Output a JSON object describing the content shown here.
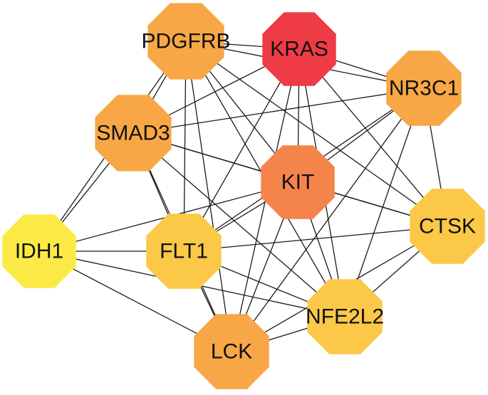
{
  "network": {
    "nodes": [
      {
        "id": "PDGFRB",
        "label": "PDGFRB",
        "color": "#F7A745"
      },
      {
        "id": "KRAS",
        "label": "KRAS",
        "color": "#EF3B45"
      },
      {
        "id": "NR3C1",
        "label": "NR3C1",
        "color": "#F7A745"
      },
      {
        "id": "SMAD3",
        "label": "SMAD3",
        "color": "#F7A745"
      },
      {
        "id": "KIT",
        "label": "KIT",
        "color": "#F5844B"
      },
      {
        "id": "IDH1",
        "label": "IDH1",
        "color": "#FBEA45"
      },
      {
        "id": "FLT1",
        "label": "FLT1",
        "color": "#FBC847"
      },
      {
        "id": "CTSK",
        "label": "CTSK",
        "color": "#FBC847"
      },
      {
        "id": "NFE2L2",
        "label": "NFE2L2",
        "color": "#FBC847"
      },
      {
        "id": "LCK",
        "label": "LCK",
        "color": "#F7A745"
      }
    ],
    "edges": [
      [
        "PDGFRB",
        "KRAS"
      ],
      [
        "PDGFRB",
        "NR3C1"
      ],
      [
        "PDGFRB",
        "SMAD3"
      ],
      [
        "PDGFRB",
        "KIT"
      ],
      [
        "PDGFRB",
        "IDH1"
      ],
      [
        "PDGFRB",
        "FLT1"
      ],
      [
        "PDGFRB",
        "CTSK"
      ],
      [
        "PDGFRB",
        "NFE2L2"
      ],
      [
        "PDGFRB",
        "LCK"
      ],
      [
        "KRAS",
        "NR3C1"
      ],
      [
        "KRAS",
        "SMAD3"
      ],
      [
        "KRAS",
        "KIT"
      ],
      [
        "KRAS",
        "FLT1"
      ],
      [
        "KRAS",
        "CTSK"
      ],
      [
        "KRAS",
        "NFE2L2"
      ],
      [
        "KRAS",
        "LCK"
      ],
      [
        "NR3C1",
        "SMAD3"
      ],
      [
        "NR3C1",
        "KIT"
      ],
      [
        "NR3C1",
        "FLT1"
      ],
      [
        "NR3C1",
        "CTSK"
      ],
      [
        "NR3C1",
        "NFE2L2"
      ],
      [
        "NR3C1",
        "LCK"
      ],
      [
        "SMAD3",
        "KIT"
      ],
      [
        "SMAD3",
        "IDH1"
      ],
      [
        "SMAD3",
        "FLT1"
      ],
      [
        "SMAD3",
        "CTSK"
      ],
      [
        "SMAD3",
        "NFE2L2"
      ],
      [
        "SMAD3",
        "LCK"
      ],
      [
        "KIT",
        "IDH1"
      ],
      [
        "KIT",
        "FLT1"
      ],
      [
        "KIT",
        "CTSK"
      ],
      [
        "KIT",
        "NFE2L2"
      ],
      [
        "KIT",
        "LCK"
      ],
      [
        "IDH1",
        "FLT1"
      ],
      [
        "IDH1",
        "NFE2L2"
      ],
      [
        "IDH1",
        "LCK"
      ],
      [
        "FLT1",
        "CTSK"
      ],
      [
        "FLT1",
        "NFE2L2"
      ],
      [
        "FLT1",
        "LCK"
      ],
      [
        "CTSK",
        "NFE2L2"
      ],
      [
        "CTSK",
        "LCK"
      ],
      [
        "NFE2L2",
        "LCK"
      ]
    ]
  }
}
